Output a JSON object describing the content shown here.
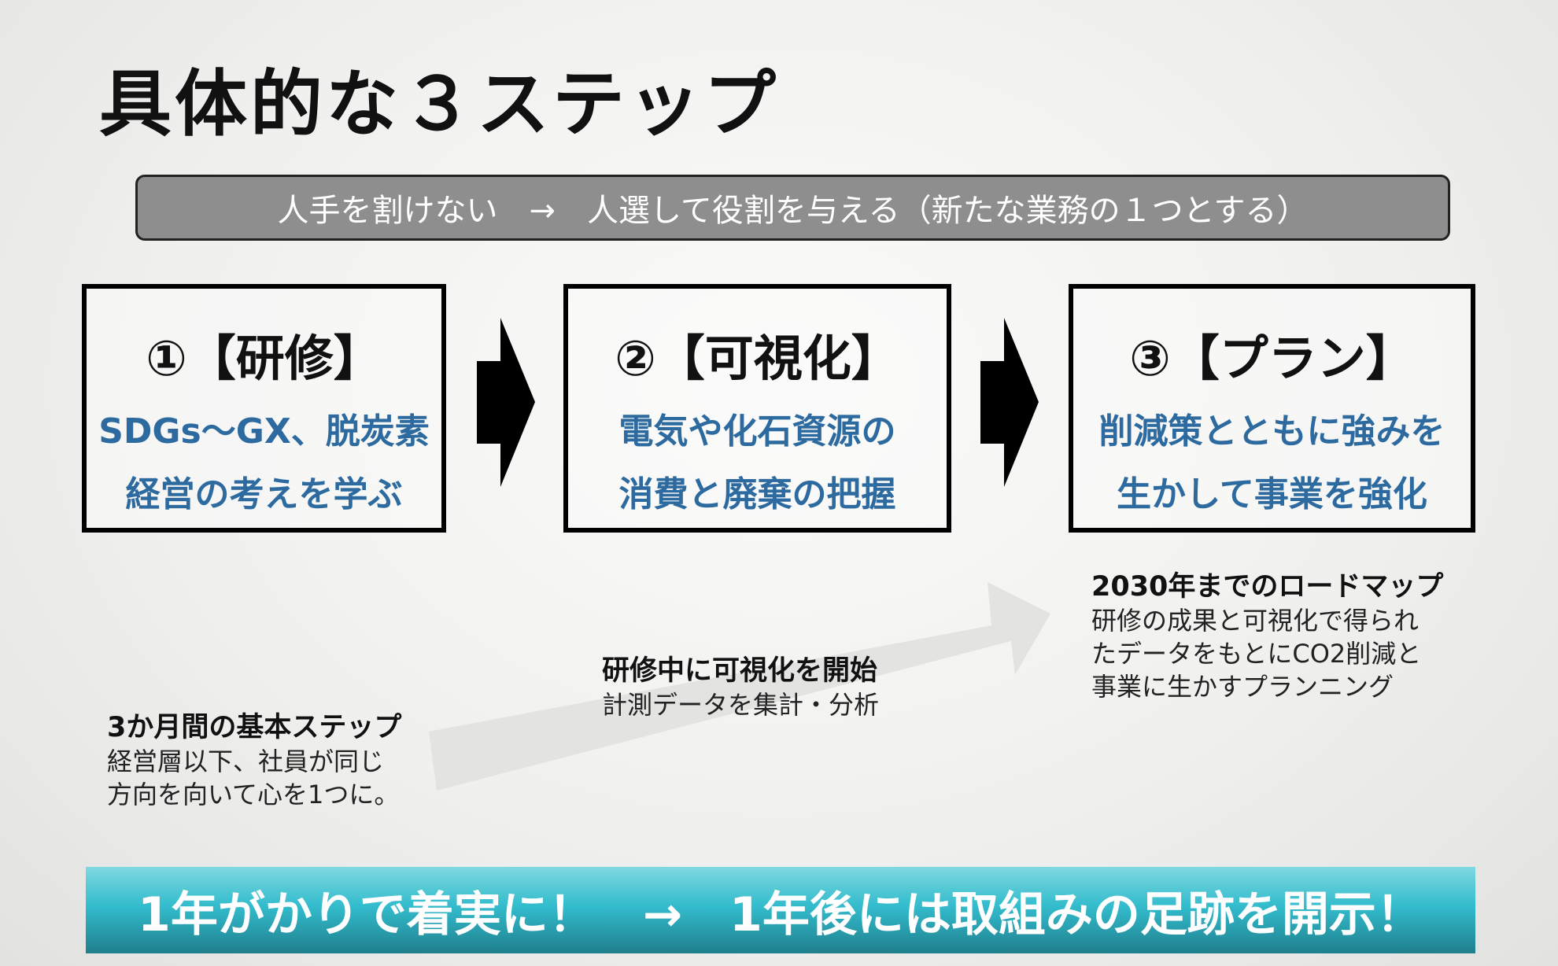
{
  "title": "具体的な３ステップ",
  "banner": "人手を割けない　→　人選して役割を与える（新たな業務の１つとする）",
  "steps": [
    {
      "heading": "①【研修】",
      "lines": [
        "SDGs〜GX、脱炭素",
        "経営の考えを学ぶ"
      ]
    },
    {
      "heading": "②【可視化】",
      "lines": [
        "電気や化石資源の",
        "消費と廃棄の把握"
      ]
    },
    {
      "heading": "③【プラン】",
      "lines": [
        "削減策とともに強みを",
        "生かして事業を強化"
      ]
    }
  ],
  "notes": [
    {
      "title": "3か月間の基本ステップ",
      "lines": [
        "経営層以下、社員が同じ",
        "方向を向いて心を1つに。"
      ]
    },
    {
      "title": "研修中に可視化を開始",
      "lines": [
        "計測データを集計・分析"
      ]
    },
    {
      "title": "2030年までのロードマップ",
      "lines": [
        "研修の成果と可視化で得られ",
        "たデータをもとにCO2削減と",
        "事業に生かすプランニング"
      ]
    }
  ],
  "bottom": "1年がかりで着実に！　→　1年後には取組みの足跡を開示！",
  "colors": {
    "accent_blue": "#2d6a9f",
    "bar_teal": "#33bccd"
  }
}
